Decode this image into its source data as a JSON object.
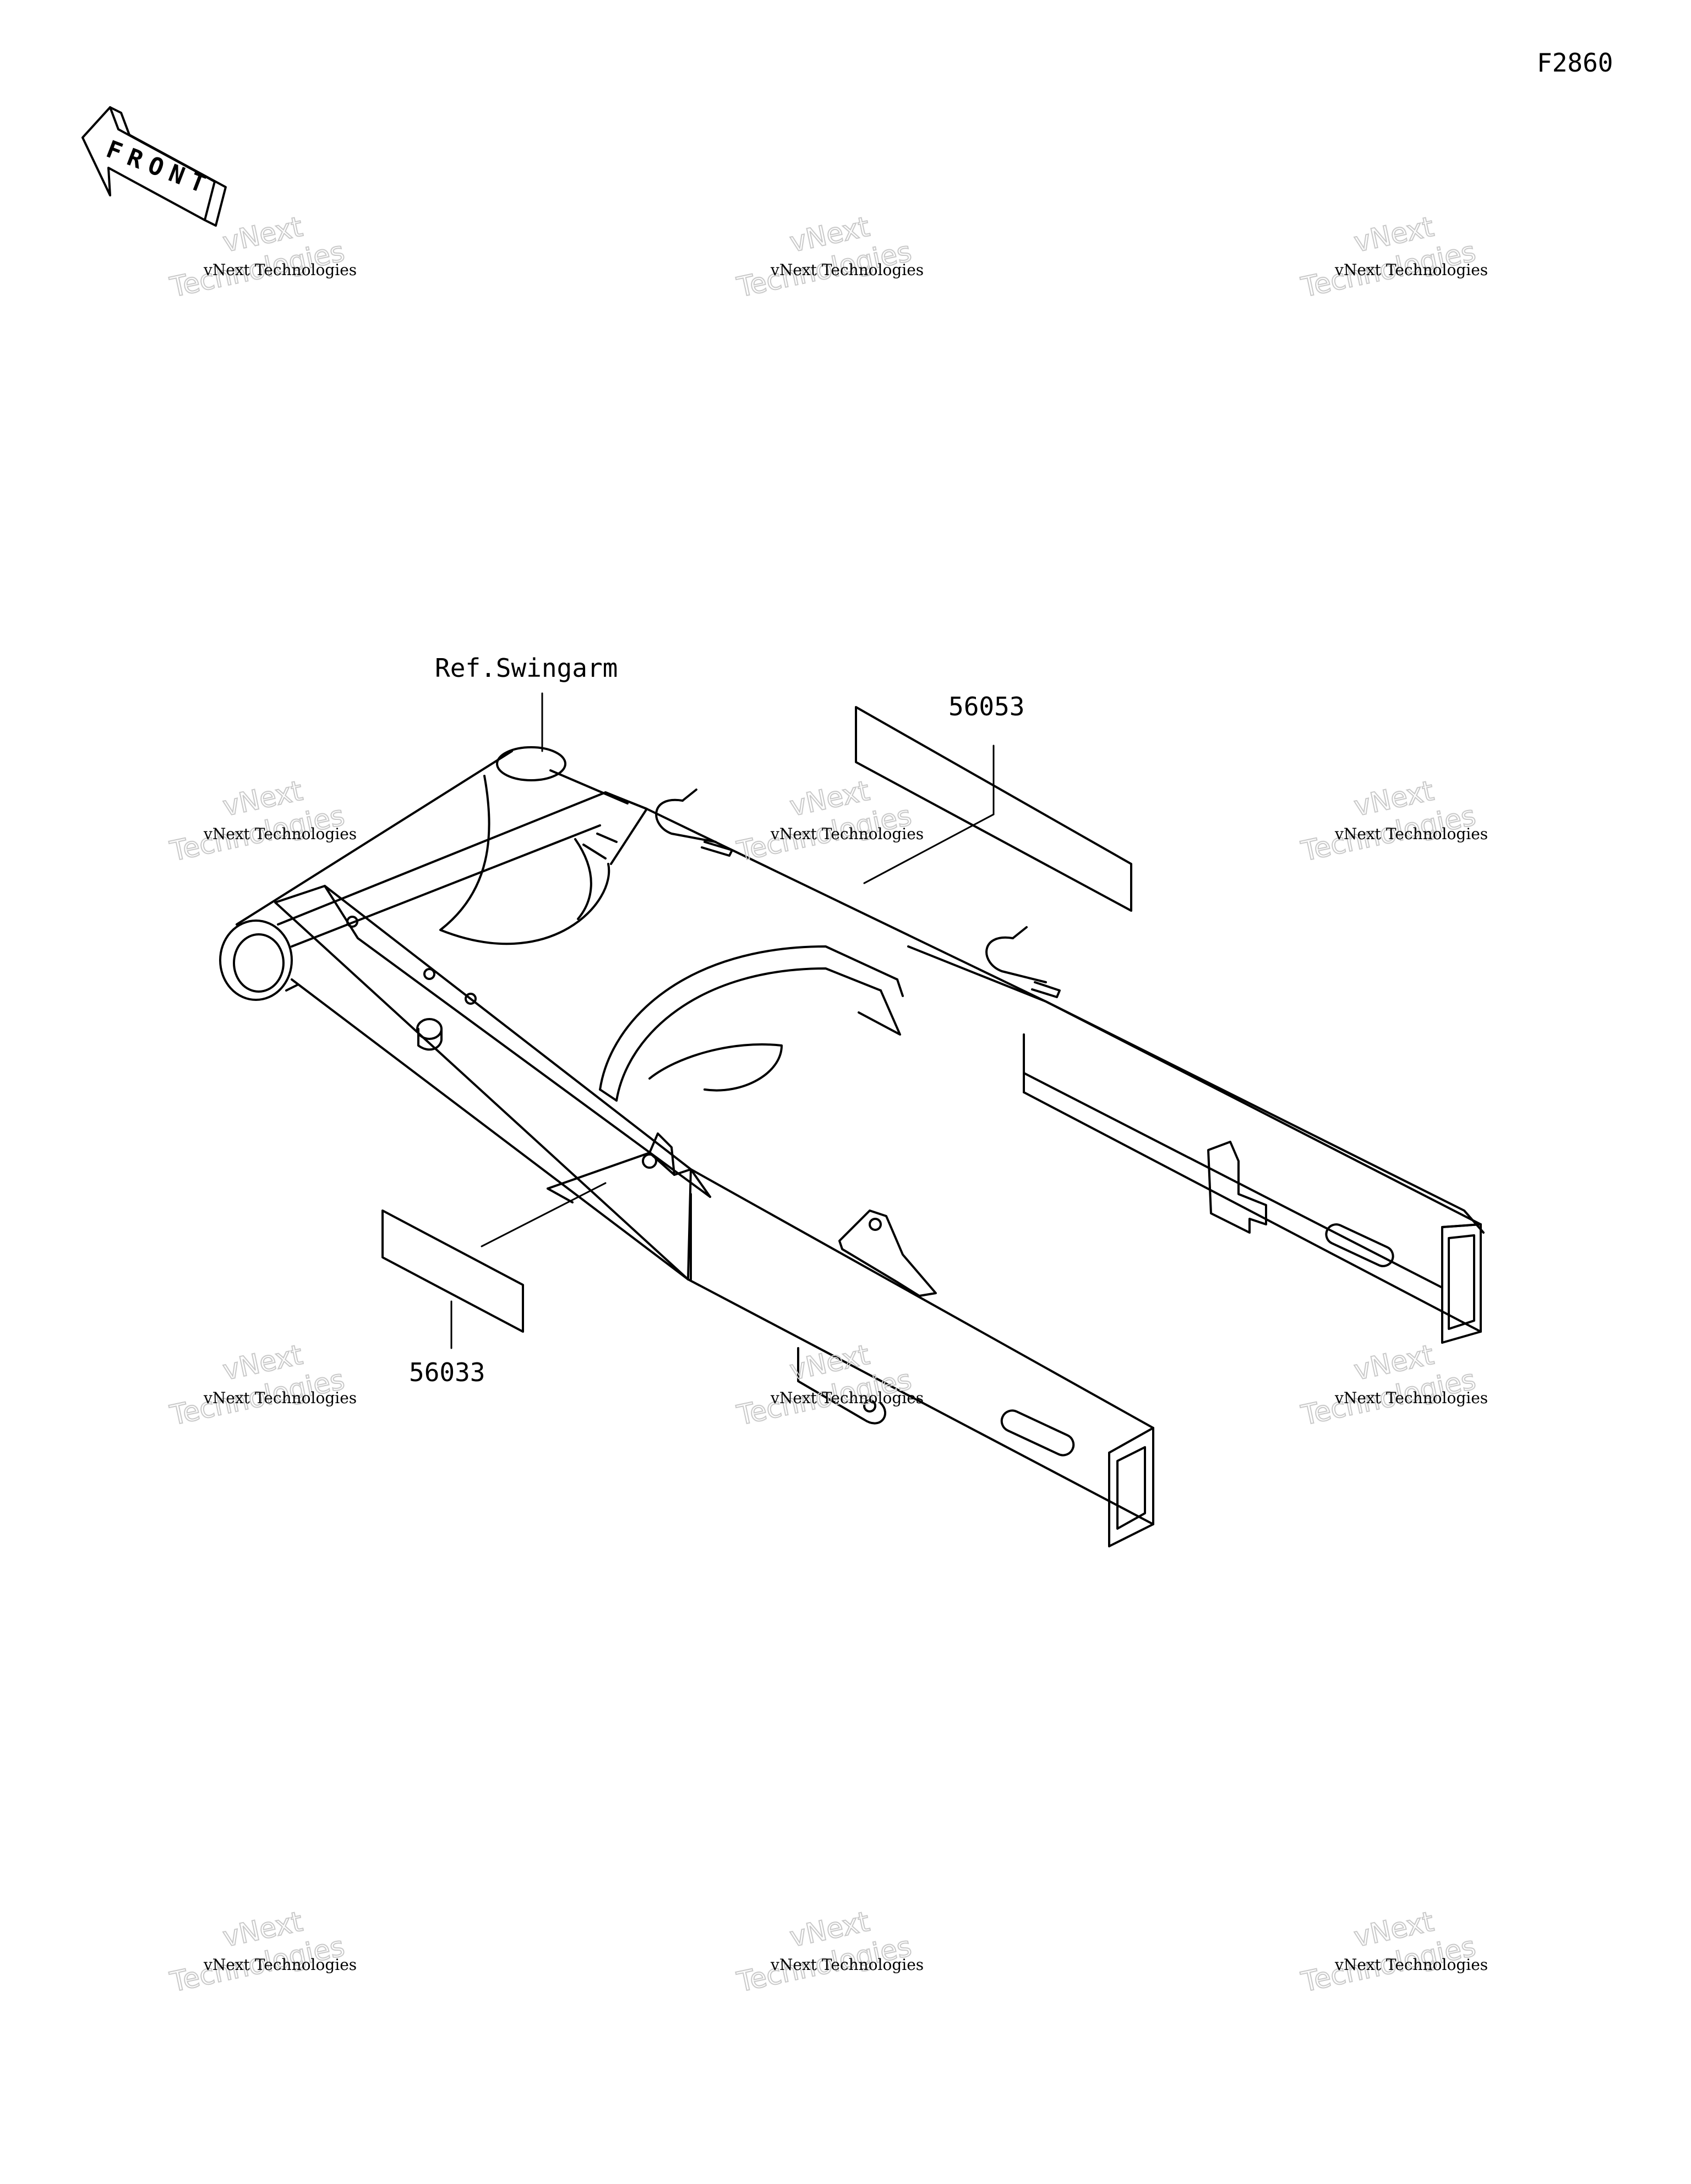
{
  "figure_id": "F2860",
  "front_label": "FRONT",
  "ref_label": "Ref.Swingarm",
  "callouts": [
    {
      "part_number": "56053"
    },
    {
      "part_number": "56033"
    }
  ],
  "watermark": {
    "line1": "vNext",
    "line2": "Technologies",
    "small": "vNext Technologies"
  }
}
